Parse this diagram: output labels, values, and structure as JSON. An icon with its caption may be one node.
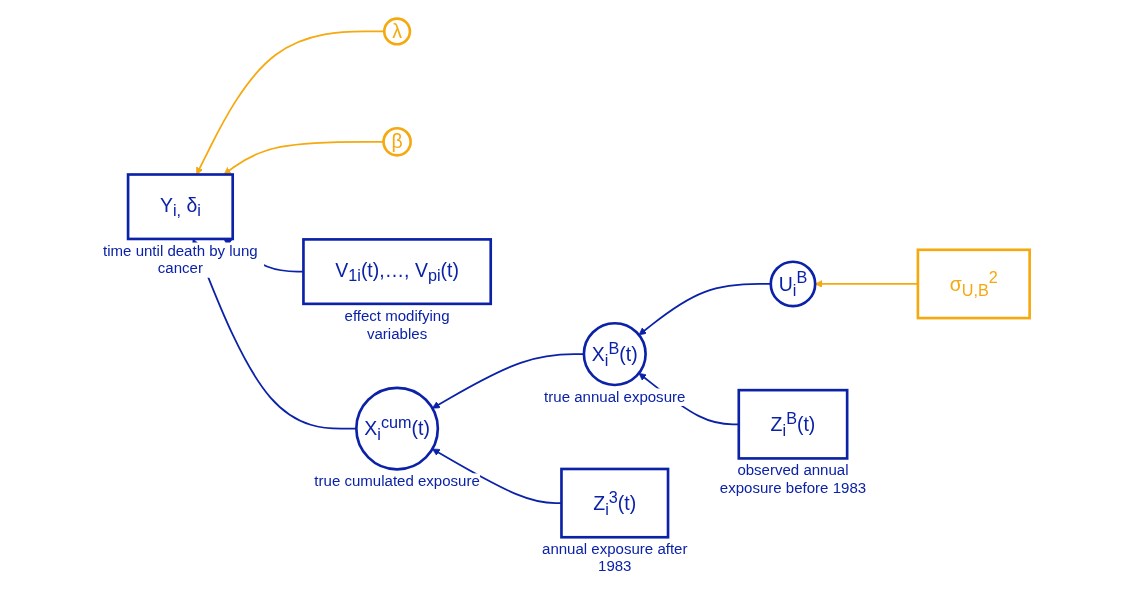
{
  "diagram": {
    "nodes": [
      {
        "text": [
          "λ"
        ]
      },
      {
        "text": [
          "β"
        ]
      },
      {
        "text": [
          "σ$_{U,B}$$^{2}$"
        ]
      },
      {
        "text": [
          "U$_{i}$$^{B}$"
        ]
      },
      {
        "text": [
          "Z$_{i}$$^{B}$(t)"
        ],
        "beside": [
          "observed annual exposure before 1983"
        ]
      },
      {
        "text": [
          "V$_{1i}$(t),…, V$_{pi}$(t)"
        ],
        "beside": [
          "effect modifying variables"
        ]
      },
      {
        "text": [
          "X$_{i}$$^{cum}$(t)"
        ],
        "beside": [
          "true cumulated exposure"
        ]
      },
      {
        "text": [
          "X$_{i}$$^{B}$(t)"
        ],
        "beside": [
          "true annual exposure"
        ]
      },
      {
        "text": [
          "Y$_{i,}$ δ$_{i}$"
        ],
        "beside": [
          "time until death by lung cancer"
        ]
      },
      {
        "text": [
          "Z$_{i}$$^{3}$(t)"
        ],
        "beside": [
          "annual exposure after 1983"
        ]
      }
    ],
    "edges": [
      {
        "from": 0,
        "to": 8,
        "arrow": "to",
        "color": "#f5a90f"
      },
      {
        "from": 1,
        "to": 8,
        "arrow": "to",
        "color": "#f5a90f"
      },
      {
        "from": 5,
        "to": 8,
        "arrow": "to"
      },
      {
        "from": 6,
        "to": 8,
        "arrow": "to"
      },
      {
        "from": 2,
        "to": 3,
        "arrow": "to",
        "color": "#f5a90f"
      },
      {
        "from": 3,
        "to": 7,
        "arrow": "to"
      },
      {
        "from": 4,
        "to": 7,
        "arrow": "to"
      },
      {
        "from": 7,
        "to": 6,
        "arrow": "to"
      },
      {
        "from": 9,
        "to": 6,
        "arrow": "to"
      }
    ]
  }
}
